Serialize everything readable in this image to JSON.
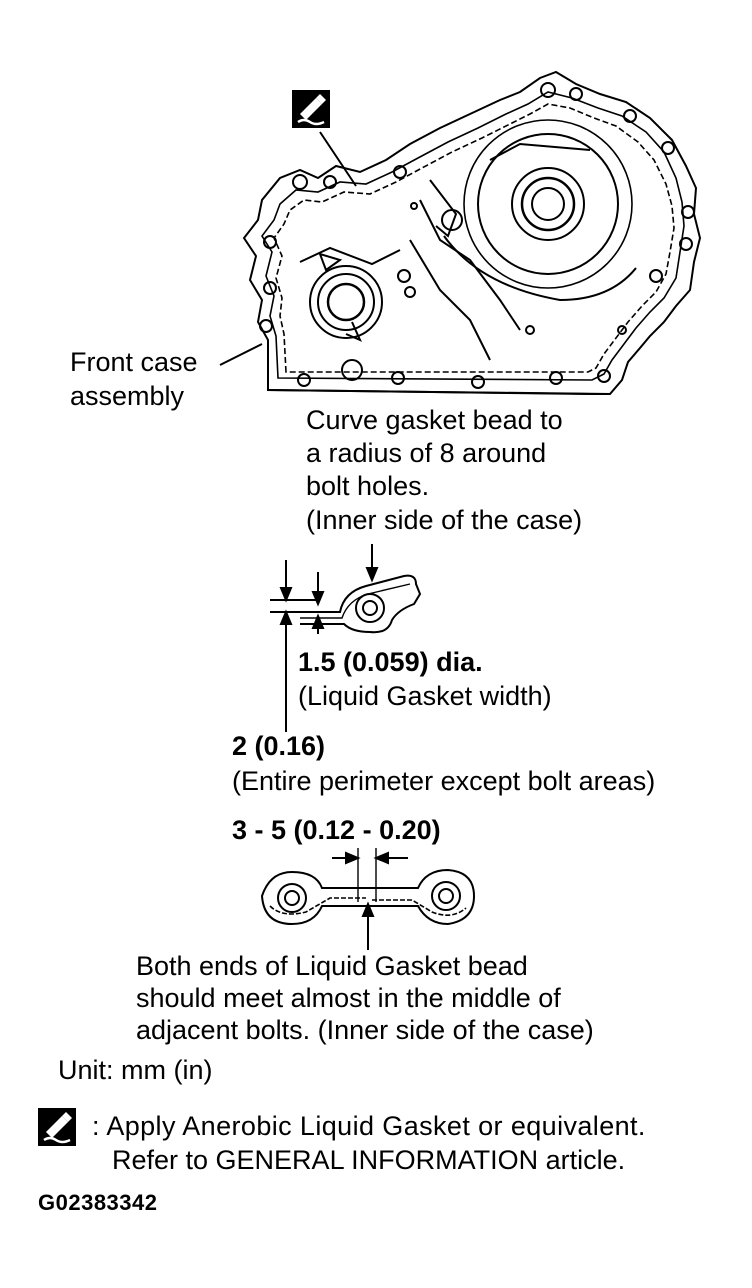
{
  "diagram": {
    "front_case_label": [
      "Front case",
      "assembly"
    ],
    "curve_note": [
      "Curve gasket bead to",
      "a radius of 8 around",
      "bolt holes.",
      "(Inner side of the case)"
    ],
    "bead_dia": "1.5 (0.059) dia.",
    "bead_dia_note": "(Liquid Gasket width)",
    "bead_offset": "2 (0.16)",
    "bead_offset_note": "(Entire perimeter except bolt areas)",
    "overlap": "3 - 5 (0.12 - 0.20)",
    "ends_note": [
      "Both ends of Liquid Gasket bead",
      "should meet almost in the middle of",
      "adjacent bolts. (Inner side of the case)"
    ],
    "unit": "Unit: mm (in)",
    "legend_line1": ": Apply  Anerobic Liquid Gasket  or equivalent.",
    "legend_line2": "Refer to  GENERAL INFORMATION article.",
    "figure_id": "G02383342",
    "legend_icon": "liquid-gasket-tube-icon"
  }
}
